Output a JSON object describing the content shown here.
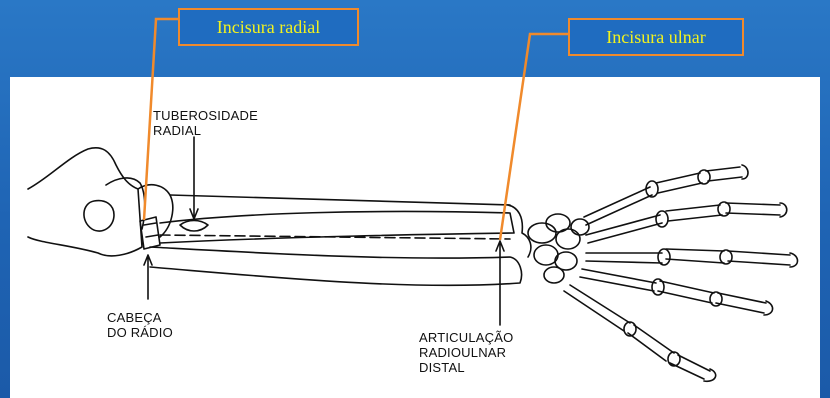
{
  "callouts": {
    "radial": "Incisura radial",
    "ulnar": "Incisura ulnar"
  },
  "labels": {
    "tuberosidade": [
      "TUBEROSIDADE",
      "RADIAL"
    ],
    "cabeca": [
      "CABEÇA",
      "DO RÁDIO"
    ],
    "articulacao": [
      "ARTICULAÇÃO",
      "RADIOULNAR",
      "DISTAL"
    ]
  },
  "colors": {
    "background": "#1f64b4",
    "callout_border": "#f08a2c",
    "callout_text": "#f2f21e"
  }
}
